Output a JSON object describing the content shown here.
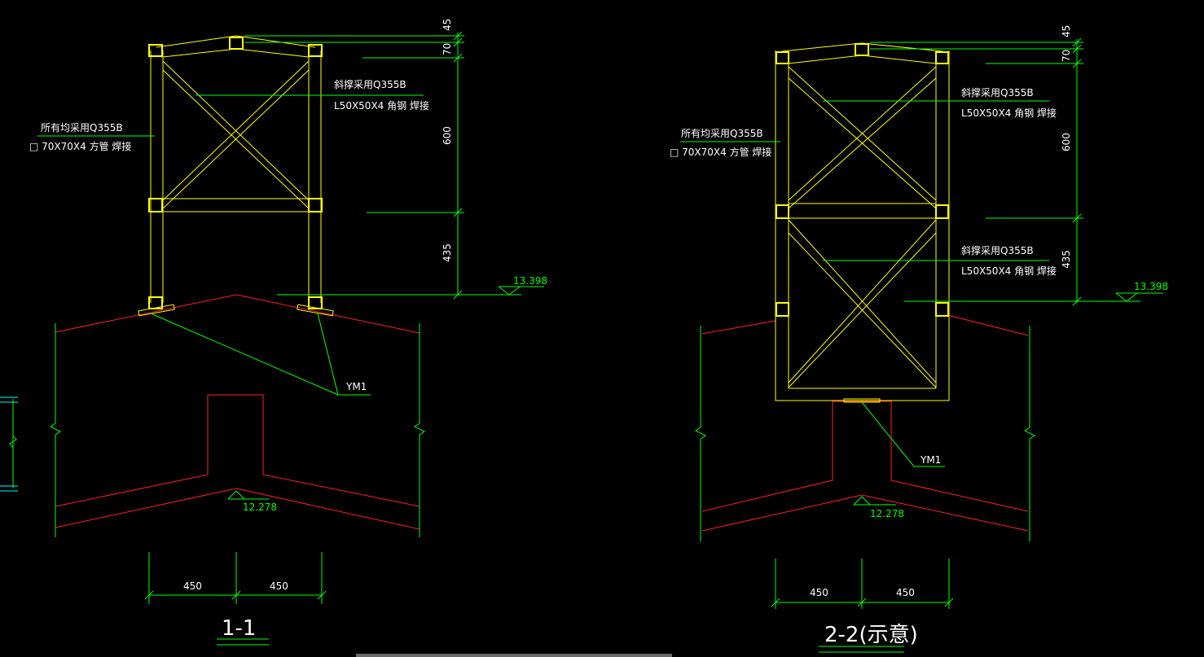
{
  "colors": {
    "frame": "#ffff00",
    "leader": "#00ff00",
    "concrete": "#ff2020",
    "text": "#ffffff",
    "elevation": "#00ff00",
    "background": "#000000"
  },
  "sections": [
    {
      "title": "1-1",
      "note_left": [
        "所有均采用Q355B",
        "□ 70X70X4 方管 焊接"
      ],
      "note_brace": [
        "斜撑采用Q355B",
        "L50X50X4 角钢 焊接"
      ],
      "dims_vertical": [
        "45",
        "70",
        "600",
        "435"
      ],
      "elevation_top": "13.398",
      "elevation_bottom": "12.278",
      "embed_tag": "YM1",
      "dims_horizontal": [
        "450",
        "450"
      ]
    },
    {
      "title": "2-2(示意)",
      "note_left": [
        "所有均采用Q355B",
        "□ 70X70X4 方管 焊接"
      ],
      "note_brace_top": [
        "斜撑采用Q355B",
        "L50X50X4 角钢 焊接"
      ],
      "note_brace_bottom": [
        "斜撑采用Q355B",
        "L50X50X4 角钢 焊接"
      ],
      "dims_vertical": [
        "45",
        "70",
        "600",
        "435"
      ],
      "elevation_top": "13.398",
      "elevation_bottom": "12.278",
      "embed_tag": "YM1",
      "dims_horizontal": [
        "450",
        "450"
      ]
    }
  ]
}
